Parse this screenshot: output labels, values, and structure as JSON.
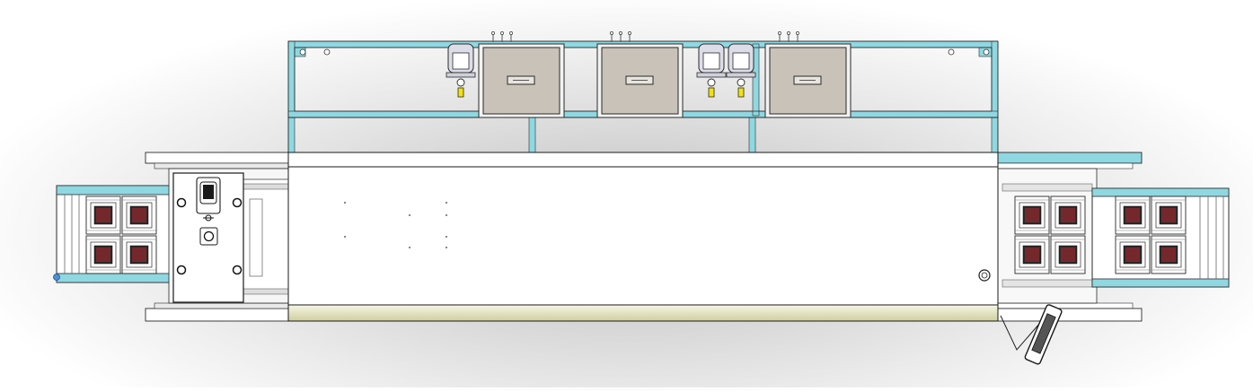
{
  "drawing": {
    "colors": {
      "frame_cyan": "#8fd8e2",
      "frame_cyan_dark": "#5fb3c0",
      "outline": "#2a2a2a",
      "body_fill": "#ffffff",
      "tank_fill": "#c9c2b8",
      "motor_fill": "#dcdde8",
      "valve_yellow": "#f3e10c",
      "roller_red": "#b3262d",
      "foot_shadow": "#d8d7ae"
    },
    "components": {
      "upper_frame": "cyan-support-frame",
      "tanks": [
        "tank",
        "tank",
        "tank"
      ],
      "motors": [
        "motor-pump",
        "motor-pump",
        "motor-pump"
      ],
      "main_housing": "main-housing",
      "left_conveyor": "left-conveyor",
      "right_conveyor": "right-conveyor",
      "control_panel": "control-panel",
      "foot_pedal": "foot-pedal"
    }
  }
}
